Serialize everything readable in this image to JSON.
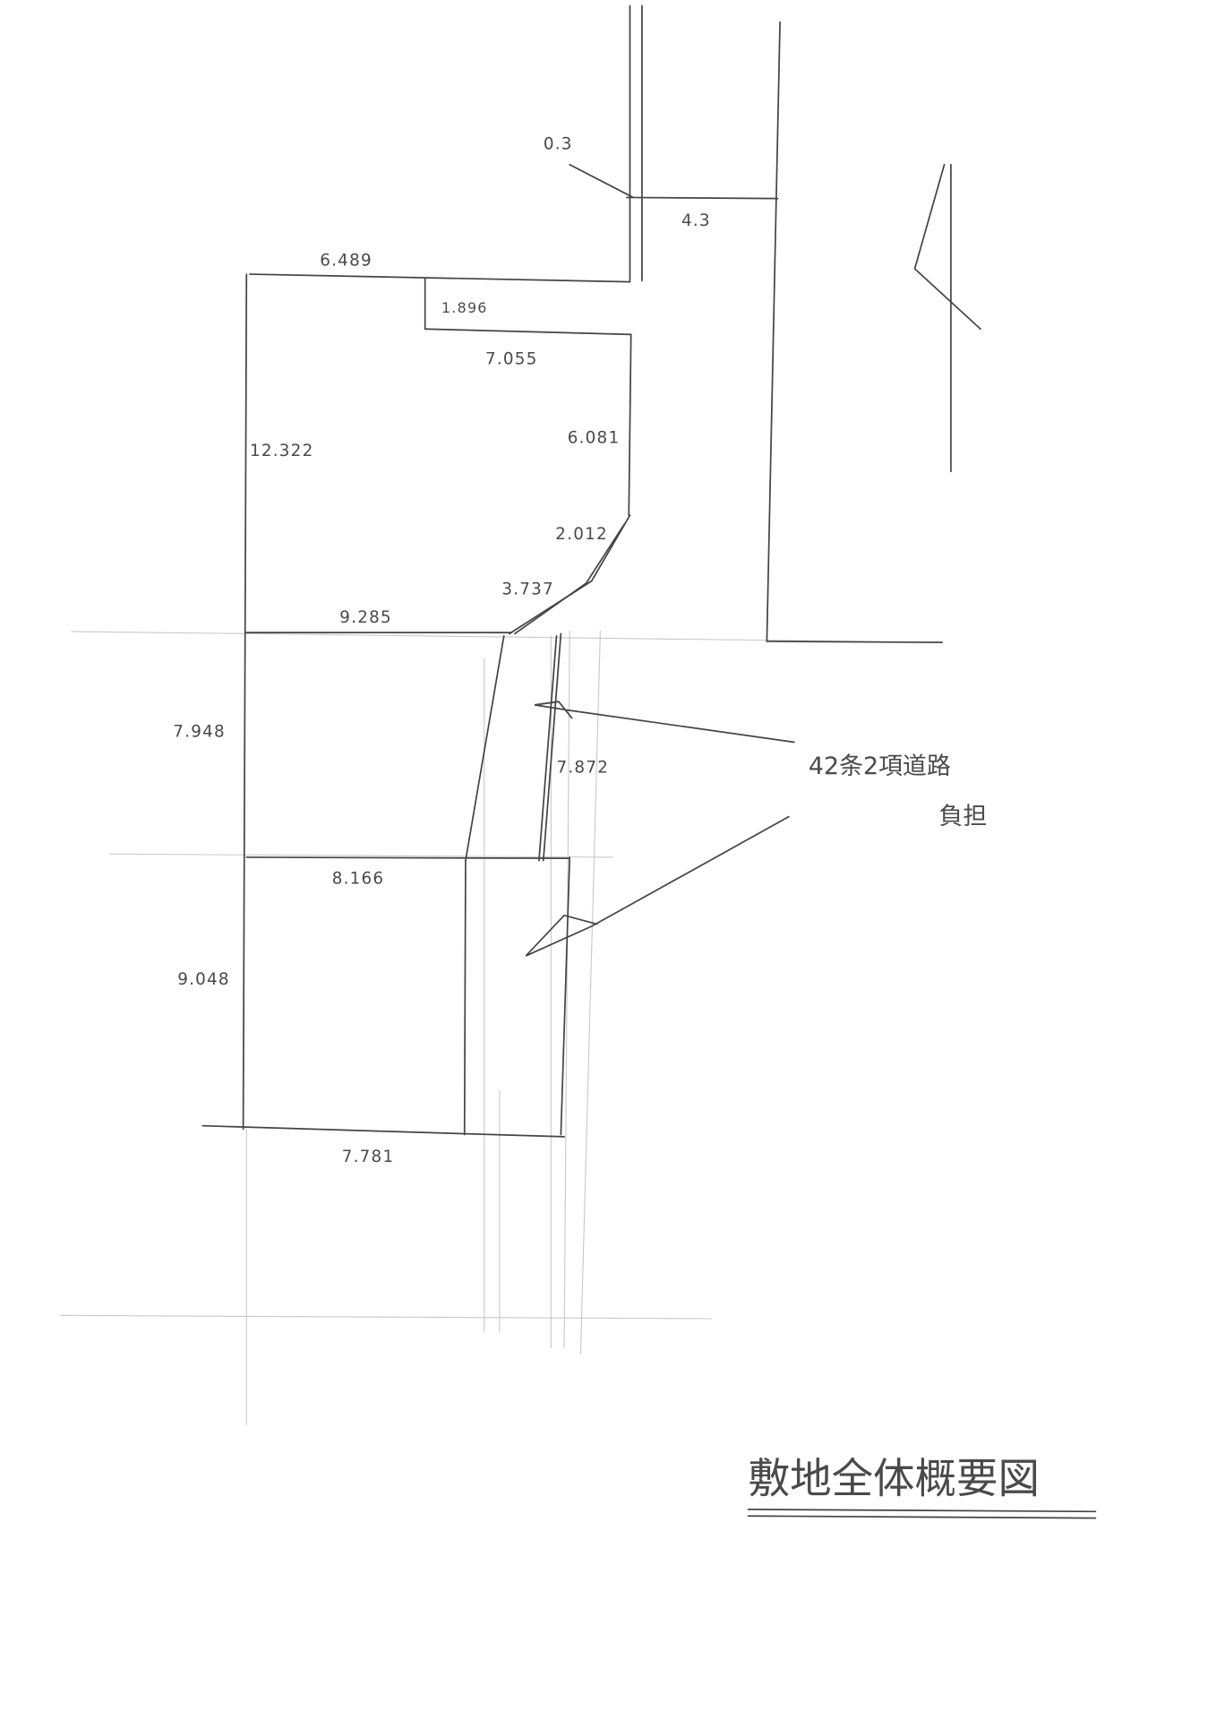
{
  "title": "敷地全体概要図",
  "note": {
    "line1": "42条2項道路",
    "line2": "負担"
  },
  "dimensions": {
    "d_0_3": "0.3",
    "d_4_3": "4.3",
    "d_6_489": "6.489",
    "d_1_896": "1.896",
    "d_7_055": "7.055",
    "d_12_322": "12.322",
    "d_6_081": "6.081",
    "d_2_012": "2.012",
    "d_3_737": "3.737",
    "d_9_285": "9.285",
    "d_7_948": "7.948",
    "d_7_872": "7.872",
    "d_8_166": "8.166",
    "d_9_048": "9.048",
    "d_7_781": "7.781"
  },
  "icons": {
    "compass": "north-arrow-icon"
  },
  "colors": {
    "pencil": "#444444",
    "faint": "#c8c8c8"
  }
}
